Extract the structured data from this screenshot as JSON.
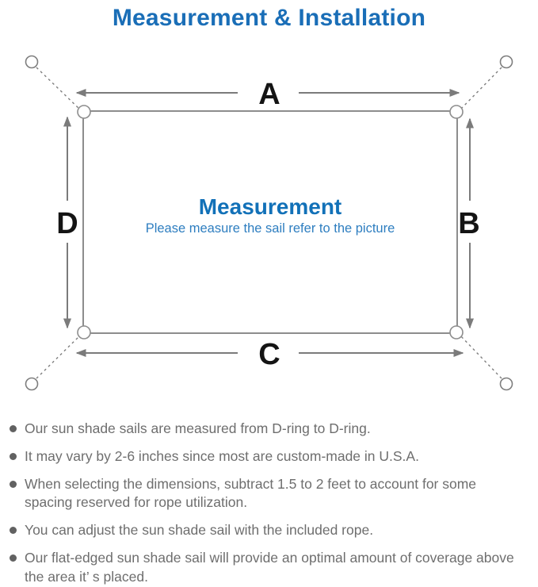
{
  "page": {
    "title": "Measurement & Installation"
  },
  "diagram": {
    "labels": {
      "top": "A",
      "right": "B",
      "bottom": "C",
      "left": "D"
    },
    "center": {
      "title": "Measurement",
      "subtitle": "Please measure the sail refer to the picture"
    }
  },
  "colors": {
    "title_blue": "#1a6eb7",
    "center_blue": "#1271b8",
    "subtitle_blue": "#2e7ec0",
    "body_text_gray": "#6e6e6e",
    "diagram_line_gray": "#7d7d7d",
    "label_black": "#141414"
  },
  "bullets": [
    "Our sun shade sails are measured from D-ring to D-ring.",
    "It may vary by 2-6 inches since most are custom-made in U.S.A.",
    "When selecting the dimensions, subtract 1.5 to 2 feet to account for some spacing reserved for rope utilization.",
    "You can adjust the sun shade sail with the included rope.",
    "Our flat-edged sun shade sail will provide an optimal amount of coverage above the area it’ s placed."
  ]
}
